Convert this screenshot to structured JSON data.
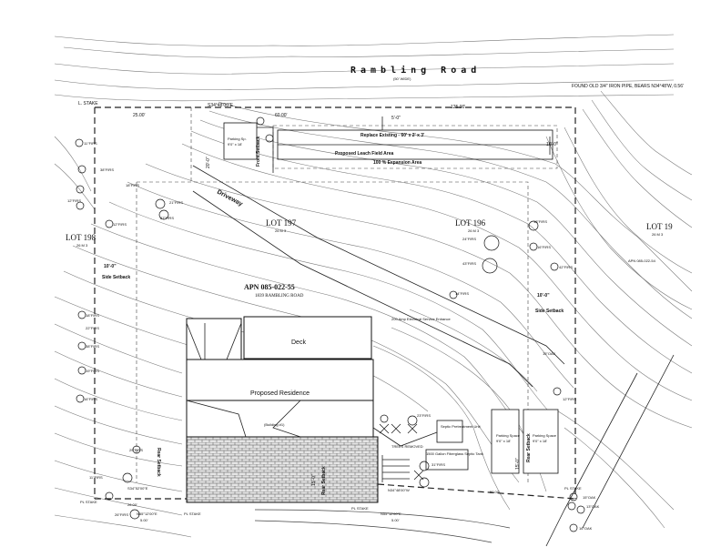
{
  "road": {
    "name": "Rambling Road",
    "width": "(50' WIDE)"
  },
  "parcel": {
    "apn": "APN 085-022-55",
    "address": "1839 RAMBLING ROAD"
  },
  "lots": [
    {
      "name": "LOT 197",
      "sub": "26 M 3"
    },
    {
      "name": "LOT 196",
      "sub": "26 M 3"
    },
    {
      "name": "LOT 198",
      "sub": "26 M 3"
    },
    {
      "name": "LOT 19",
      "sub": "26 M 3"
    }
  ],
  "apn_side": "APN 085-022-54",
  "structures": {
    "deck": "Deck",
    "residence": "Proposed Residence",
    "building": "(Building #1)",
    "driveway": "Driveway"
  },
  "setbacks": {
    "front": "Front Setback",
    "front_dim": "20'-0\"",
    "side_left_dim": "10'-0\"",
    "side_left_label": "Side Setback",
    "side_right_dim": "10'-0\"",
    "side_right_label": "Side Setback",
    "rear_left": "Rear Setback",
    "rear_center": "Rear Setback",
    "rear_center_dim": "15'-0\"",
    "rear_right": "Rear Setback",
    "rear_right_dim": "15'-0\""
  },
  "leach": {
    "replace": "Replace Existing - 60' x 2' x 3'",
    "proposed": "Proposed Leach Field Area",
    "expansion": "100 % Expansion Area",
    "dim": "5'-0\"",
    "right_dim": "10'-0\""
  },
  "parking": {
    "top": "Parking Sp.",
    "top_size": "9'0\" x 18'",
    "space1": "Parking Space",
    "space1_size": "9'0\" x 18'",
    "space2": "Parking Space",
    "space2_size": "9'0\" x 18'"
  },
  "utilities": {
    "electrical": "200 Amp Electrical Service Entrance",
    "septic": "Septic Pretreatment Unit",
    "tank": "1500 Gallon Fiberglass Septic Tank",
    "trees_removed": "TREES REMOVED"
  },
  "survey": {
    "lstake": "L. STAKE",
    "bearing_top": "S34°48'00\"E",
    "dist_left": "25.00'",
    "dist_top": "60.00'",
    "dist_right": "125.00'",
    "found": "FOUND OLD 3/4\" IRON PIPE, BEARS N34°48'W, 0.56'",
    "bearing_bottom": "N34°48'00\"W",
    "dist_bottom_left": "26.00'",
    "dist_bottom_right": "50.00'",
    "pl_stake_1": "PL STAKE",
    "pl_stake_2": "PL STAKE",
    "pl_stake_3": "PL STAKE",
    "pl_stake_4": "PL STAKE",
    "bearing_bl": "N55°12'00\"E",
    "bearing_bc": "N55°12'00\"E",
    "five_1": "5.00'",
    "five_2": "5.00'",
    "bearing_ul": "S34°52'00\"E"
  },
  "trees": {
    "t1": "11\"FIRS",
    "t2": "38\"FIRS",
    "t3": "18\"FIRS",
    "t4": "12\"FIRS",
    "t5": "27\"FIRS",
    "t6": "21\"FIRS",
    "t7": "12\"FIRS",
    "t8": "18\"FIRS",
    "t9": "38\"FIRS",
    "t10": "22\"FIRS",
    "t11": "19\"FIRS",
    "t12": "16\"FIRS",
    "t13": "29\"FIRS",
    "t14": "11\"FIRS",
    "t15": "26\"FIRS",
    "t16": "13\"FIRS",
    "t17": "14\"FIRS",
    "t18": "43\"FIRS",
    "t19": "42\"FIRS",
    "t20": "24\"FIRS",
    "t21": "15\"OAK",
    "t22": "12\"FIRS",
    "t23": "15\"OAK",
    "t24": "13\"OAK",
    "t25": "16\"OAK",
    "t26": "23\"FIRS",
    "t27": "31\"FIRS",
    "t28": "16\"FIRS"
  },
  "colors": {
    "ink": "#111111",
    "contour": "#777777",
    "paper": "#ffffff"
  }
}
